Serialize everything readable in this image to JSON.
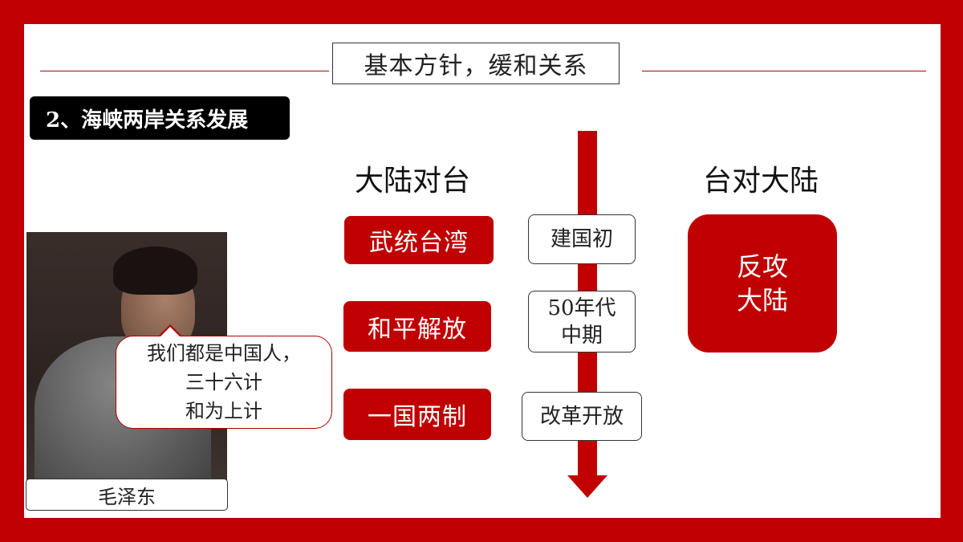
{
  "slide": {
    "title": "基本方针，缓和关系",
    "section": "2、海峡两岸关系发展"
  },
  "portrait": {
    "caption": "毛泽东",
    "speech": [
      "我们都是中国人，",
      "三十六计",
      "和为上计"
    ]
  },
  "mainland_to_taiwan": {
    "heading": "大陆对台",
    "items": [
      "武统台湾",
      "和平解放",
      "一国两制"
    ]
  },
  "timeline": {
    "periods": [
      {
        "lines": [
          "建国初"
        ]
      },
      {
        "lines": [
          "50年代",
          "中期"
        ]
      },
      {
        "lines": [
          "改革开放"
        ]
      }
    ]
  },
  "taiwan_to_mainland": {
    "heading": "台对大陆",
    "items": [
      {
        "lines": [
          "反攻",
          "大陆"
        ]
      }
    ]
  },
  "colors": {
    "accent_red": "#c00000",
    "tag_black": "#000000"
  }
}
